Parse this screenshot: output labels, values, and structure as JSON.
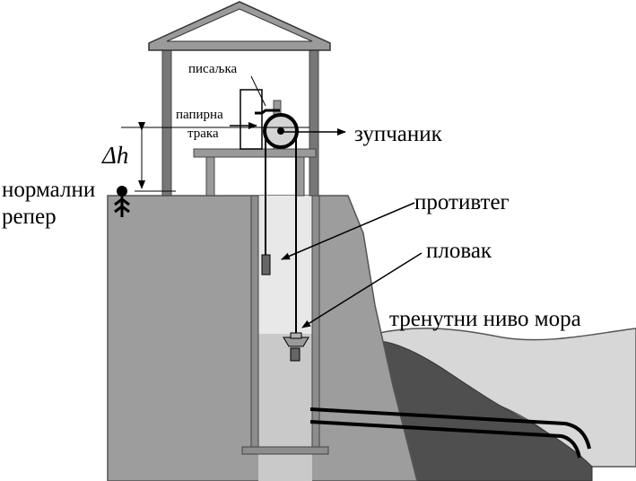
{
  "colors": {
    "wall": "#9d9d9d",
    "wall_stroke": "#555555",
    "well_water": "#c9c9c9",
    "sea": "#d7d7d7",
    "seabed_dark": "#4f4f4f",
    "frame": "#777777",
    "line": "#000000"
  },
  "labels": {
    "pen": "писаљка",
    "paper_tape_line1": "папирна",
    "paper_tape_line2": "трака",
    "gear": "зупчаник",
    "delta_h": "Δh",
    "benchmark_line1": "нормални",
    "benchmark_line2": "репер",
    "counterweight": "противтег",
    "float": "пловак",
    "sea_level": "тренутни ниво мора"
  }
}
